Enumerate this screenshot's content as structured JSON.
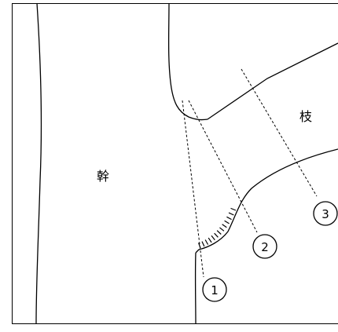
{
  "labels": {
    "trunk": "幹",
    "branch": "枝"
  },
  "markers": [
    {
      "number": "1"
    },
    {
      "number": "2"
    },
    {
      "number": "3"
    }
  ]
}
